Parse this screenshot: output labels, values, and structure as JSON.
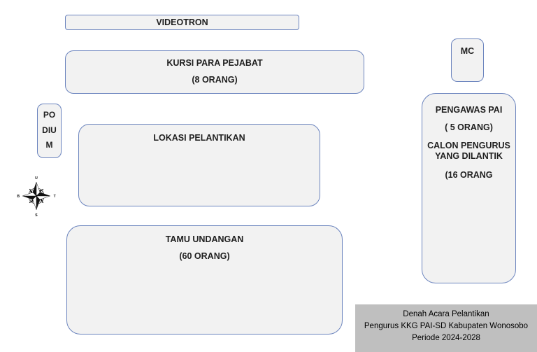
{
  "title": "Denah Acara Pelantikan",
  "colors": {
    "box_fill": "#f2f2f2",
    "box_border": "#6b84be",
    "footer_bg": "#bfbfbf",
    "label_text": "#1f1f1f"
  },
  "boxes": {
    "videotron": {
      "label": "VIDEOTRON"
    },
    "kursi_pejabat": {
      "lines": [
        "KURSI PARA PEJABAT",
        "(8 ORANG)"
      ]
    },
    "podium": {
      "lines": [
        "PO",
        "DIU",
        "M"
      ]
    },
    "lokasi_pelantikan": {
      "label": "LOKASI PELANTIKAN"
    },
    "tamu_undangan": {
      "lines": [
        "TAMU UNDANGAN",
        "(60 ORANG)"
      ]
    },
    "mc": {
      "label": "MC"
    },
    "pengawas": {
      "lines": [
        "PENGAWAS PAI",
        "( 5 ORANG)",
        "CALON PENGURUS",
        "YANG DILANTIK",
        "(16 ORANG"
      ]
    }
  },
  "compass": {
    "north": "U",
    "east": "T",
    "south": "S",
    "west": "B"
  },
  "footer": {
    "lines": [
      "Denah Acara Pelantikan",
      "Pengurus KKG PAI-SD Kabupaten Wonosobo",
      "Periode 2024-2028"
    ]
  }
}
